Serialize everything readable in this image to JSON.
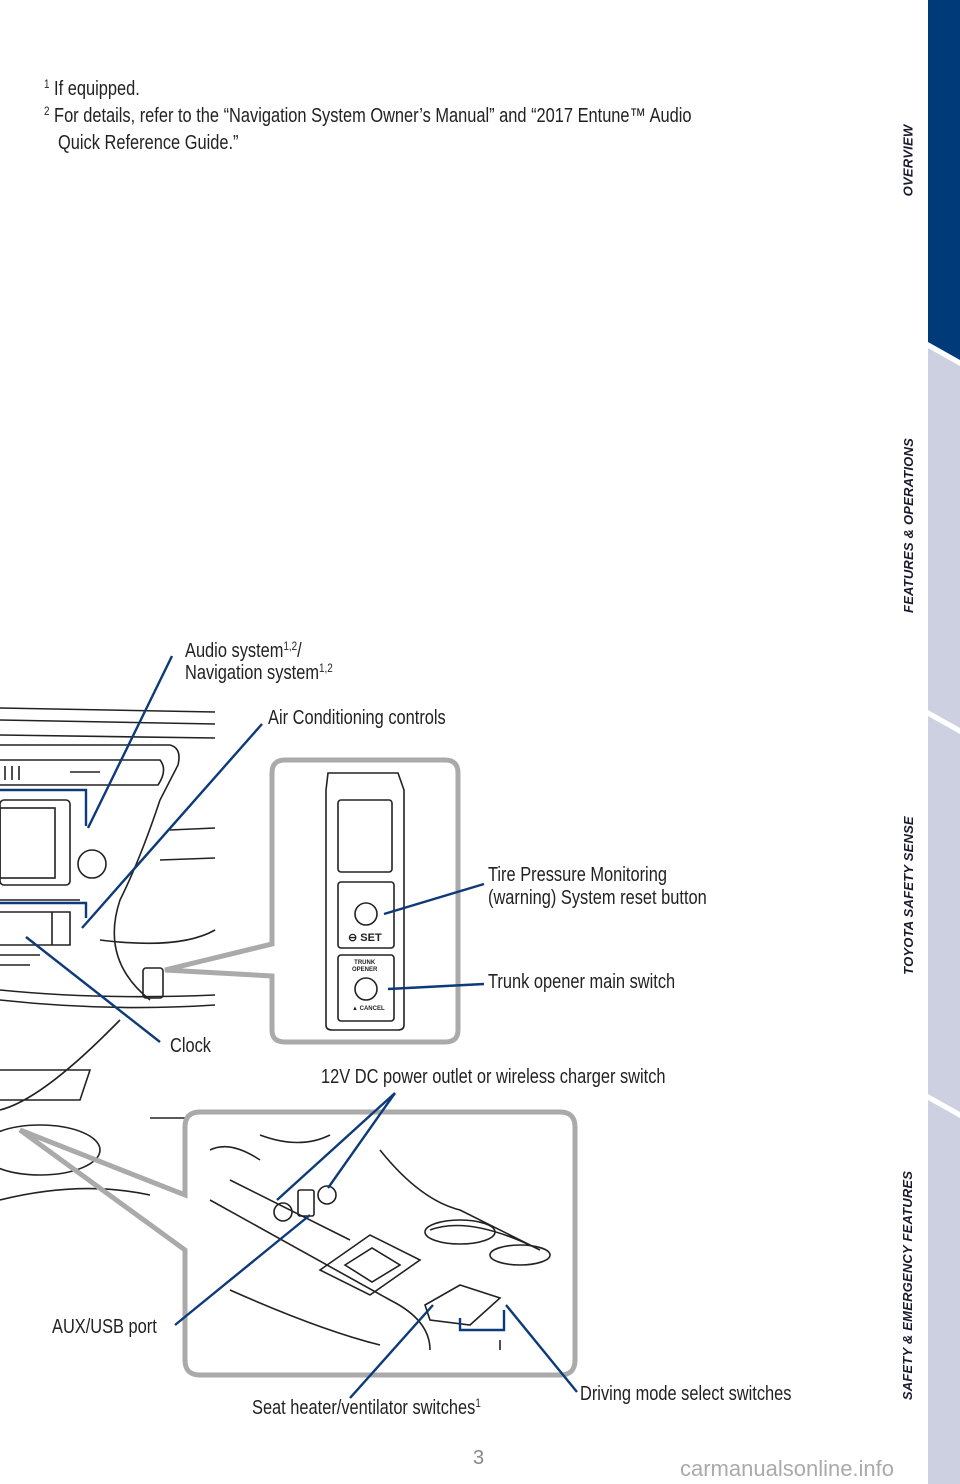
{
  "footnotes": [
    {
      "mark": "1",
      "text": "If equipped."
    },
    {
      "mark": "2",
      "text": "For details, refer to the “Navigation System Owner’s Manual” and “2017 Entune™ Audio",
      "text2": "Quick Reference Guide.”"
    }
  ],
  "callouts": {
    "audio_line1": "Audio system",
    "audio_sup1": "1,2",
    "audio_slash": "/",
    "audio_line2": "Navigation system",
    "audio_sup2": "1,2",
    "air": "Air Conditioning controls",
    "tire1": "Tire Pressure Monitoring",
    "tire2": "(warning) System reset button",
    "trunk": "Trunk opener main switch",
    "clock": "Clock",
    "power": "12V DC power outlet or wireless charger switch",
    "aux": "AUX/USB port",
    "seat": "Seat heater/ventilator switches",
    "seat_sup": "1",
    "drive": "Driving mode select switches"
  },
  "panel_labels": {
    "set": "SET",
    "trunk_opener_1": "TRUNK",
    "trunk_opener_2": "OPENER",
    "cancel": "CANCEL"
  },
  "side_tabs": [
    {
      "label": "OVERVIEW",
      "active": true
    },
    {
      "label": "FEATURES & OPERATIONS",
      "active": false
    },
    {
      "label": "TOYOTA SAFETY SENSE",
      "active": false
    },
    {
      "label": "SAFETY & EMERGENCY FEATURES",
      "active": false
    }
  ],
  "colors": {
    "active_tab": "#003a78",
    "inactive_tab": "#cdd0e0",
    "leader": "#0d3a78"
  },
  "page_number": "3",
  "watermark": "carmanualsonline.info"
}
